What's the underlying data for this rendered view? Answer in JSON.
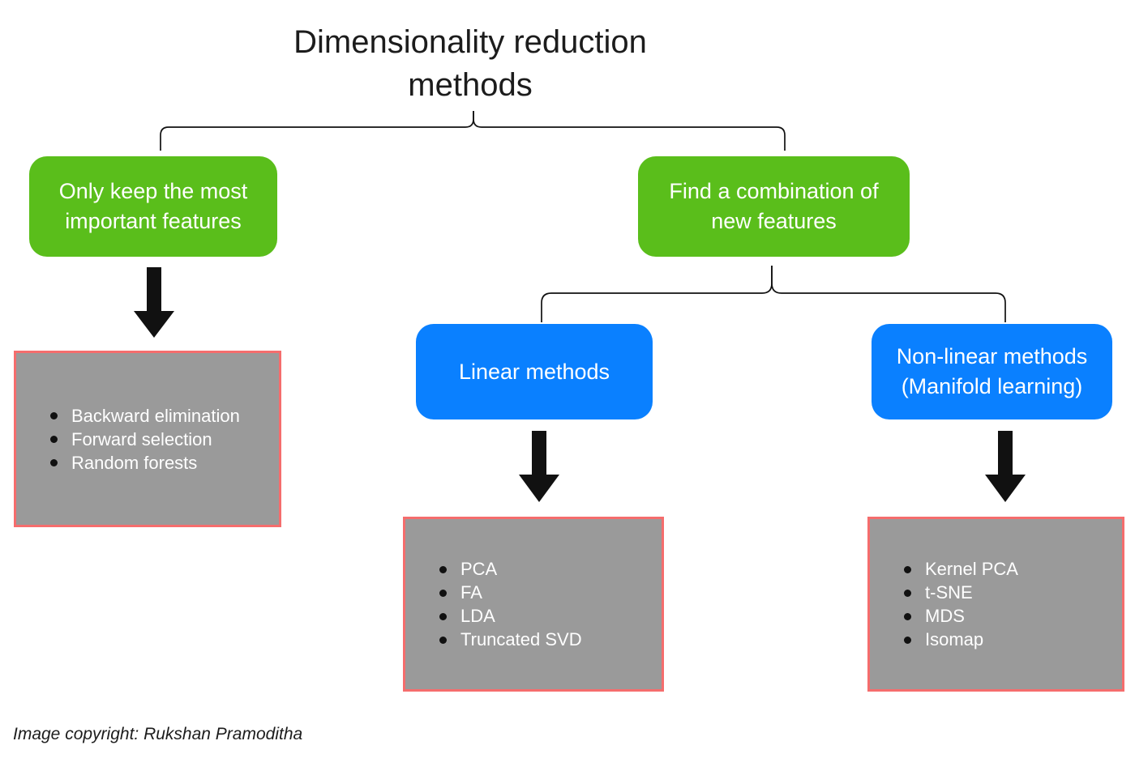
{
  "title": "Dimensionality reduction methods",
  "colors": {
    "green": "#5abe1b",
    "blue": "#0a80ff",
    "gray": "#9a9a9a",
    "listBorder": "#f56d6d",
    "ink": "#111111"
  },
  "nodes": {
    "keep_features": {
      "label": "Only keep the most important features"
    },
    "find_combination": {
      "label": "Find a combination of new features"
    },
    "linear": {
      "label": "Linear methods"
    },
    "nonlinear": {
      "label": "Non-linear methods (Manifold learning)"
    }
  },
  "lists": {
    "feature_selection": {
      "items": [
        "Backward elimination",
        "Forward selection",
        "Random forests"
      ]
    },
    "linear_methods": {
      "items": [
        "PCA",
        "FA",
        "LDA",
        "Truncated SVD"
      ]
    },
    "nonlinear_methods": {
      "items": [
        "Kernel PCA",
        "t-SNE",
        "MDS",
        "Isomap"
      ]
    }
  },
  "footer": {
    "credit": "Image copyright: Rukshan Pramoditha"
  }
}
